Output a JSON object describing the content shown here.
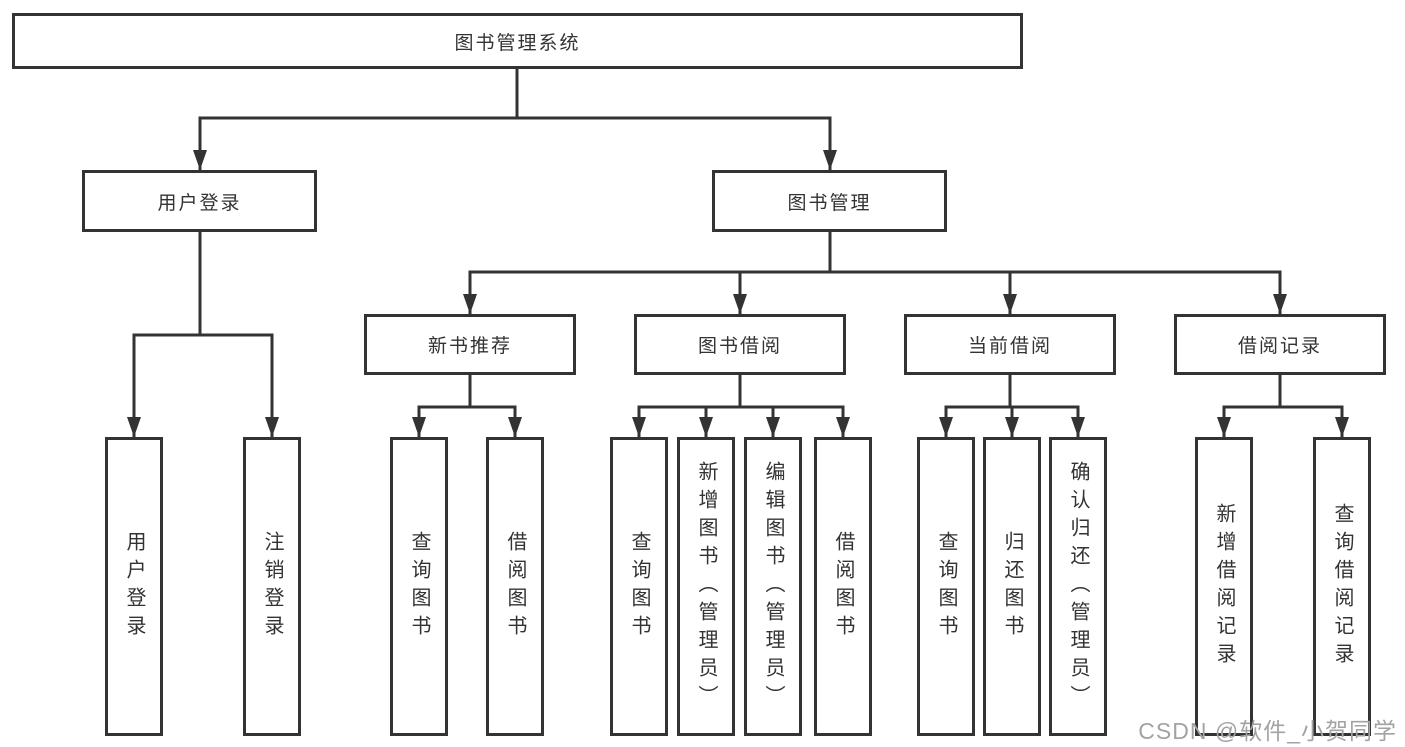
{
  "diagram": {
    "root_label": "图书管理系统",
    "level2": [
      "用户登录",
      "图书管理"
    ],
    "level3": [
      "新书推荐",
      "图书借阅",
      "当前借阅",
      "借阅记录"
    ],
    "leaves_user_login": [
      "用户登录",
      "注销登录"
    ],
    "leaves_new_book": [
      "查询图书",
      "借阅图书"
    ],
    "leaves_book_borrow": [
      "查询图书",
      "新增图书（管理员）",
      "编辑图书（管理员）",
      "借阅图书"
    ],
    "leaves_current_borrow": [
      "查询图书",
      "归还图书",
      "确认归还（管理员）"
    ],
    "leaves_borrow_record": [
      "新增借阅记录",
      "查询借阅记录"
    ],
    "line_color": "#333333",
    "watermark": "CSDN @软件_小贺同学"
  }
}
